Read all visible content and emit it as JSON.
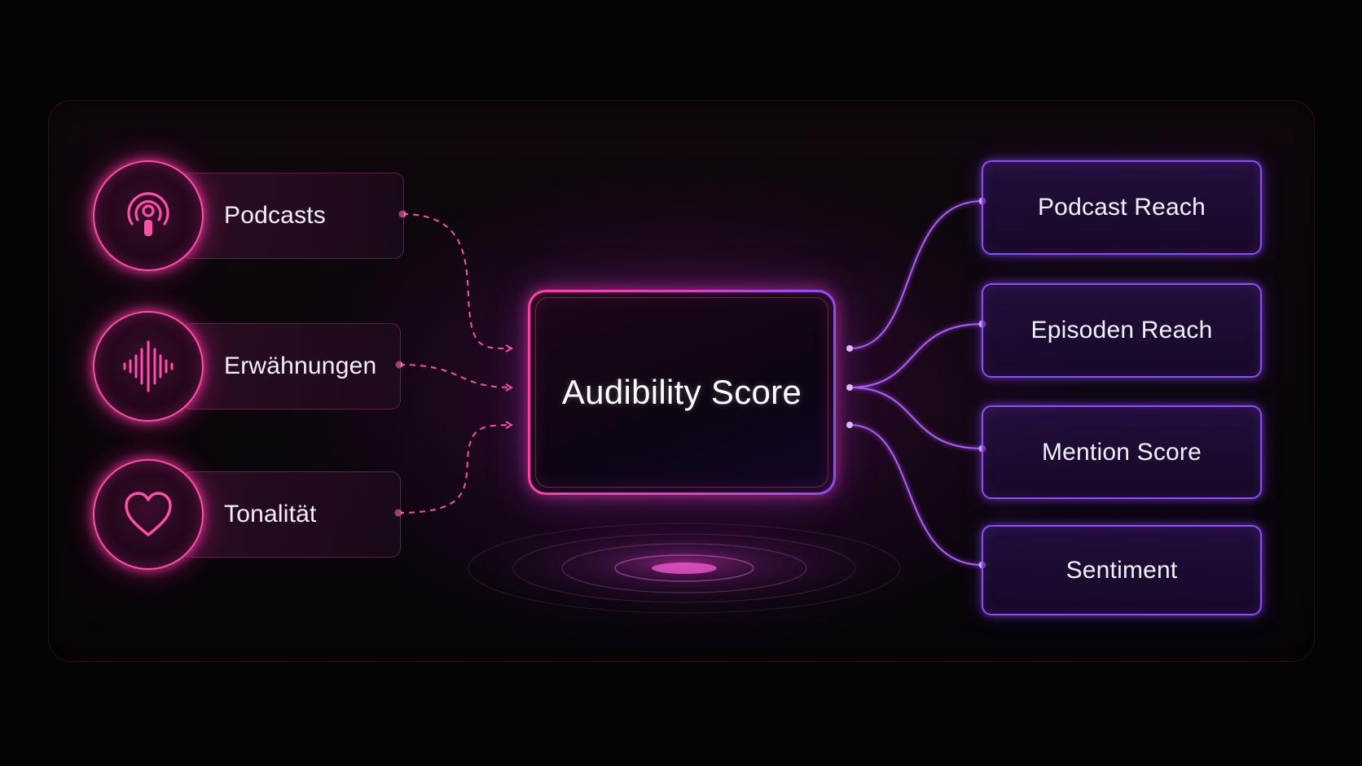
{
  "diagram": {
    "center": {
      "label": "Audibility Score"
    },
    "inputs": [
      {
        "label": "Podcasts",
        "icon": "podcast-icon"
      },
      {
        "label": "Erwähnungen",
        "icon": "audio-waveform-icon"
      },
      {
        "label": "Tonalität",
        "icon": "heart-icon"
      }
    ],
    "outputs": [
      {
        "label": "Podcast Reach"
      },
      {
        "label": "Episoden Reach"
      },
      {
        "label": "Mention Score"
      },
      {
        "label": "Sentiment"
      }
    ]
  },
  "colors": {
    "input_accent": "#ff4fa9",
    "output_accent": "#8f4cff",
    "background": "#040305"
  }
}
